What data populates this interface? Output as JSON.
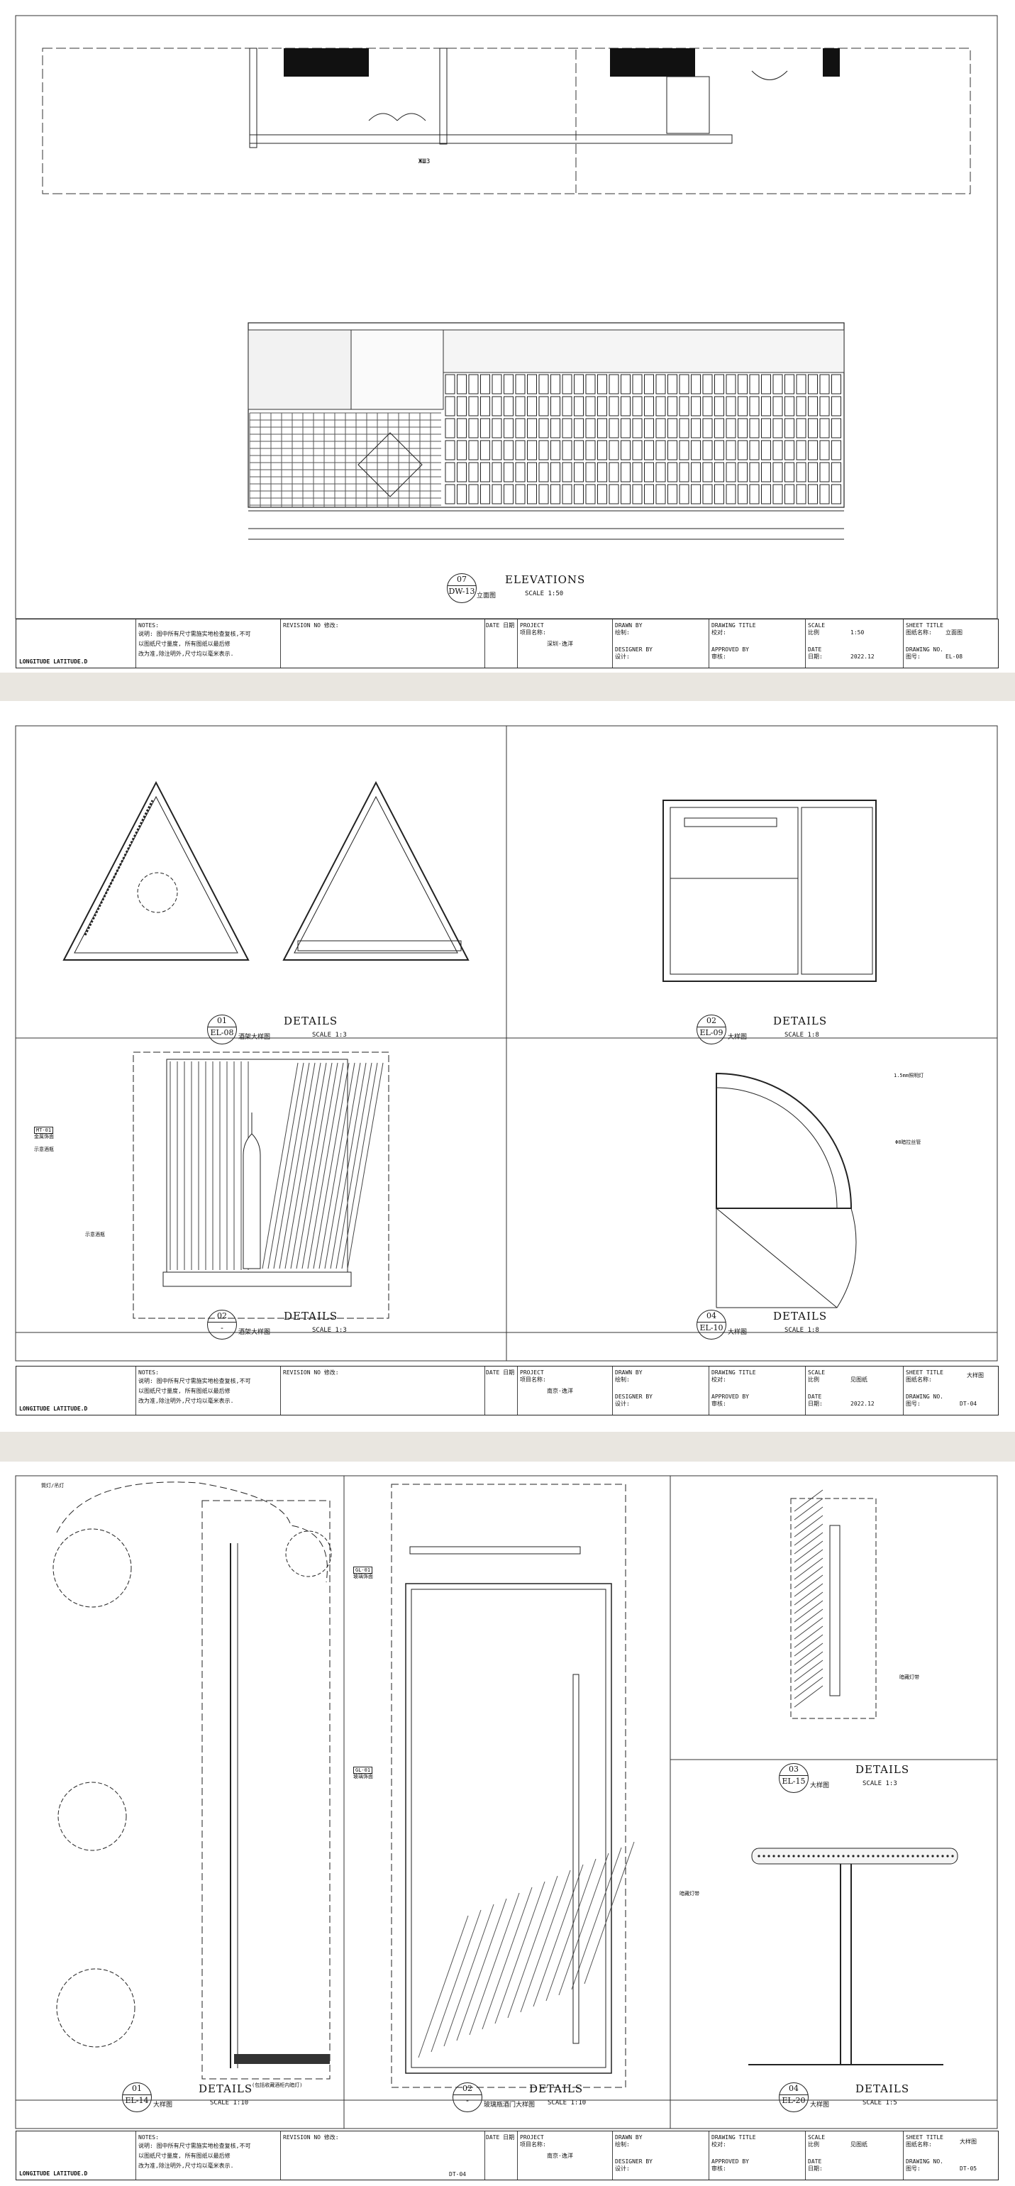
{
  "sheets": {
    "s1": {
      "plan_label": "ЖШЗ",
      "elevation": {
        "num": "07",
        "ref": "DW-13",
        "title": "ELEVATIONS",
        "sub": "立面图",
        "scale": "SCALE 1:50"
      },
      "title_block": {
        "logo": "LONGITUDE LATITUDE.D",
        "notes_l1": "NOTES:",
        "notes_l2": "说明: 图中所有尺寸需施实地检查复核,不可",
        "notes_l3": "以图纸尺寸量度, 所有图纸以最后修",
        "notes_l4": "改为准,除注明外,尺寸均以毫米表示.",
        "revision": "REVISION NO 修改:",
        "date": "DATE 日期",
        "project": "PROJECT",
        "project_cn": "项目名称:",
        "project_val": "深圳·逸洋",
        "drawn": "DRAWN BY",
        "drawn_cn": "绘制:",
        "designer": "DESIGNER BY",
        "designer_cn": "设计:",
        "dtitle": "DRAWING TITLE",
        "dtitle_cn": "校对:",
        "approved": "APPROVED BY",
        "approved_cn": "审核:",
        "scale": "SCALE",
        "scale_cn": "比例",
        "scale_val": "1:50",
        "dte": "DATE",
        "dte_cn": "日期:",
        "dte_val": "2022.12",
        "sheet": "SHEET TITLE",
        "sheet_cn": "图纸名称:",
        "sheet_val": "立面图",
        "dno": "DRAWING NO.",
        "dno_cn": "图号:",
        "dno_val": "EL-08"
      }
    },
    "s2": {
      "d1": {
        "num": "01",
        "ref": "EL-08",
        "title": "DETAILS",
        "sub": "酒架大样图",
        "scale": "SCALE 1:3"
      },
      "d2": {
        "num": "02",
        "ref": "EL-09",
        "title": "DETAILS",
        "sub": "大样图",
        "scale": "SCALE 1:8"
      },
      "d3": {
        "num": "02",
        "ref": "-",
        "title": "DETAILS",
        "sub": "酒架大样图",
        "scale": "SCALE 1:3"
      },
      "d4": {
        "num": "04",
        "ref": "EL-10",
        "title": "DETAILS",
        "sub": "大样图",
        "scale": "SCALE 1:8"
      },
      "labels": {
        "mt": "MT-01",
        "mt_cn": "金属饰面",
        "show": "示意酒瓶",
        "led": "1.5mm照明灯",
        "pipe": "Φ8暗拉丝管"
      },
      "title_block": {
        "project_val": "南京·逸洋",
        "scale_val": "见图纸",
        "dte_val": "2022.12",
        "sheet_val": "大样图",
        "dno_val": "DT-04"
      }
    },
    "s3": {
      "d1": {
        "num": "01",
        "ref": "EL-14",
        "title": "DETAILS",
        "sub": "大样图",
        "scale": "SCALE 1:10"
      },
      "d2": {
        "num": "02",
        "ref": "-",
        "title": "DETAILS",
        "sub": "玻璃瓶酒门大样图",
        "scale": "SCALE 1:10"
      },
      "d3": {
        "num": "03",
        "ref": "EL-15",
        "title": "DETAILS",
        "sub": "大样图",
        "scale": "SCALE 1:3"
      },
      "d4": {
        "num": "04",
        "ref": "EL-20",
        "title": "DETAILS",
        "sub": "大样图",
        "scale": "SCALE 1:5"
      },
      "labels": {
        "lamp": "筒灯/吊灯",
        "gl": "GL-01",
        "gl_cn": "玻璃饰面",
        "strip": "暗藏灯带",
        "note": "(包括收藏酒柜内暗灯)"
      },
      "title_block": {
        "project_val": "南京·逸洋",
        "scale_val": "见图纸",
        "dte_val": "",
        "sheet_val": "大样图",
        "dno_val": "DT-05",
        "rev_val": "DT-04"
      }
    }
  }
}
